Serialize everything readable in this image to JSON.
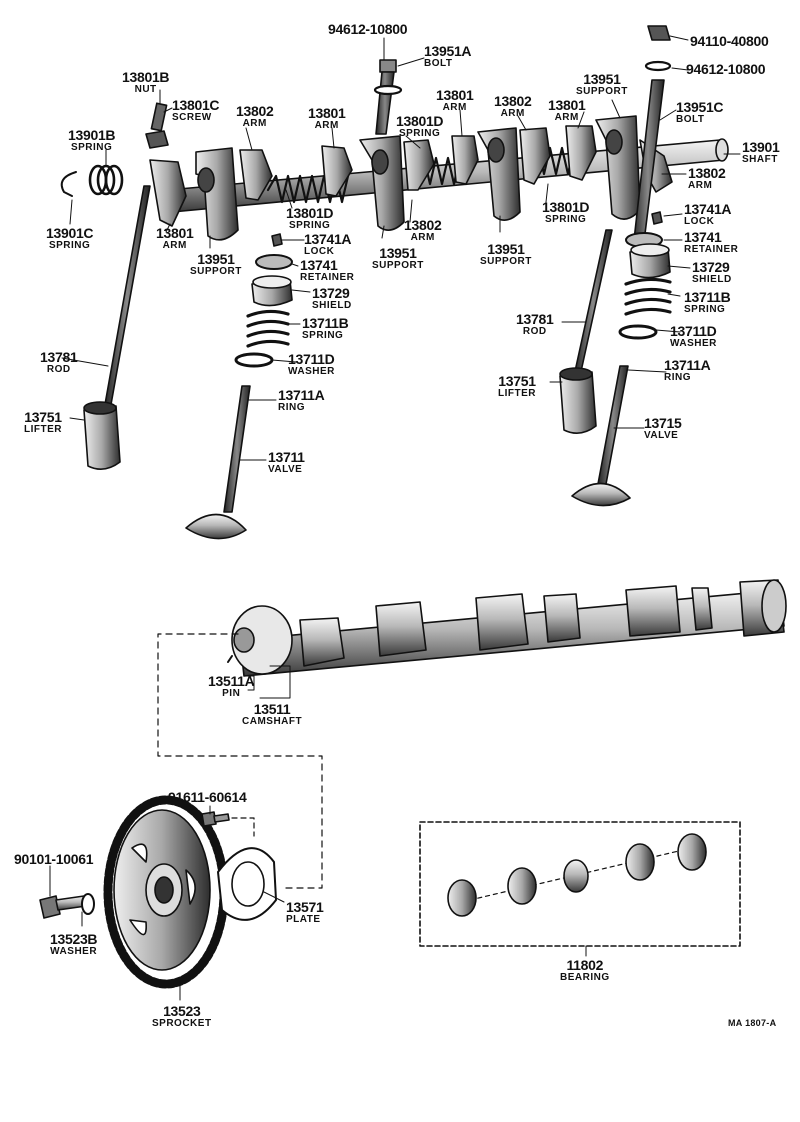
{
  "diagram_ref": "MA 1807-A",
  "parts": [
    {
      "id": "p0",
      "number": "94612-10800",
      "name": ""
    },
    {
      "id": "p1",
      "number": "13951A",
      "name": "BOLT"
    },
    {
      "id": "p2",
      "number": "94110-40800",
      "name": ""
    },
    {
      "id": "p3",
      "number": "94612-10800",
      "name": ""
    },
    {
      "id": "p4",
      "number": "13801B",
      "name": "NUT"
    },
    {
      "id": "p5",
      "number": "13801C",
      "name": "SCREW"
    },
    {
      "id": "p6",
      "number": "13802",
      "name": "ARM"
    },
    {
      "id": "p7",
      "number": "13801",
      "name": "ARM"
    },
    {
      "id": "p8",
      "number": "13801D",
      "name": "SPRING"
    },
    {
      "id": "p9",
      "number": "13801",
      "name": "ARM"
    },
    {
      "id": "p10",
      "number": "13802",
      "name": "ARM"
    },
    {
      "id": "p11",
      "number": "13801",
      "name": "ARM"
    },
    {
      "id": "p12",
      "number": "13951",
      "name": "SUPPORT"
    },
    {
      "id": "p13",
      "number": "13951C",
      "name": "BOLT"
    },
    {
      "id": "p14",
      "number": "13901B",
      "name": "SPRING"
    },
    {
      "id": "p15",
      "number": "13901",
      "name": "SHAFT"
    },
    {
      "id": "p16",
      "number": "13802",
      "name": "ARM"
    },
    {
      "id": "p17",
      "number": "13901C",
      "name": "SPRING"
    },
    {
      "id": "p18",
      "number": "13801",
      "name": "ARM"
    },
    {
      "id": "p19",
      "number": "13801D",
      "name": "SPRING"
    },
    {
      "id": "p20",
      "number": "13802",
      "name": "ARM"
    },
    {
      "id": "p21",
      "number": "13801D",
      "name": "SPRING"
    },
    {
      "id": "p22",
      "number": "13741A",
      "name": "LOCK"
    },
    {
      "id": "p23",
      "number": "13741A",
      "name": "LOCK"
    },
    {
      "id": "p24",
      "number": "13951",
      "name": "SUPPORT"
    },
    {
      "id": "p25",
      "number": "13951",
      "name": "SUPPORT"
    },
    {
      "id": "p26",
      "number": "13951",
      "name": "SUPPORT"
    },
    {
      "id": "p27",
      "number": "13741",
      "name": "RETAINER"
    },
    {
      "id": "p28",
      "number": "13741",
      "name": "RETAINER"
    },
    {
      "id": "p29",
      "number": "13729",
      "name": "SHIELD"
    },
    {
      "id": "p30",
      "number": "13729",
      "name": "SHIELD"
    },
    {
      "id": "p31",
      "number": "13711B",
      "name": "SPRING"
    },
    {
      "id": "p32",
      "number": "13711B",
      "name": "SPRING"
    },
    {
      "id": "p33",
      "number": "13781",
      "name": "ROD"
    },
    {
      "id": "p34",
      "number": "13711D",
      "name": "WASHER"
    },
    {
      "id": "p35",
      "number": "13781",
      "name": "ROD"
    },
    {
      "id": "p36",
      "number": "13711D",
      "name": "WASHER"
    },
    {
      "id": "p37",
      "number": "13711A",
      "name": "RING"
    },
    {
      "id": "p38",
      "number": "13751",
      "name": "LIFTER"
    },
    {
      "id": "p39",
      "number": "13711A",
      "name": "RING"
    },
    {
      "id": "p40",
      "number": "13751",
      "name": "LIFTER"
    },
    {
      "id": "p41",
      "number": "13715",
      "name": "VALVE"
    },
    {
      "id": "p42",
      "number": "13711",
      "name": "VALVE"
    },
    {
      "id": "p43",
      "number": "13511A",
      "name": "PIN"
    },
    {
      "id": "p44",
      "number": "13511",
      "name": "CAMSHAFT"
    },
    {
      "id": "p45",
      "number": "91611-60614",
      "name": ""
    },
    {
      "id": "p46",
      "number": "90101-10061",
      "name": ""
    },
    {
      "id": "p47",
      "number": "13571",
      "name": "PLATE"
    },
    {
      "id": "p48",
      "number": "13523B",
      "name": "WASHER"
    },
    {
      "id": "p49",
      "number": "11802",
      "name": "BEARING"
    },
    {
      "id": "p50",
      "number": "13523",
      "name": "SPROCKET"
    }
  ]
}
